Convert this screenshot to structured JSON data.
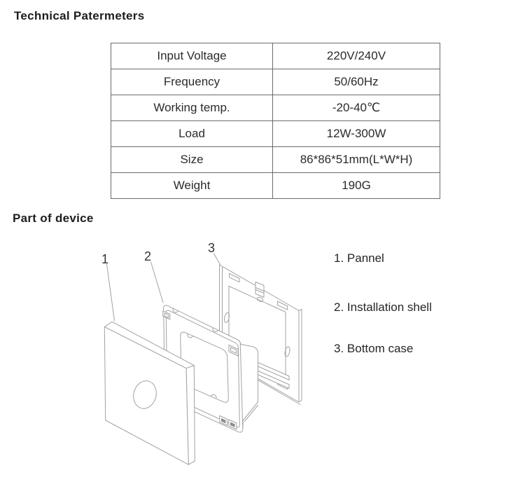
{
  "page": {
    "heading1": "Technical Patermeters",
    "heading2": "Part of device"
  },
  "spec_table": {
    "rows": [
      {
        "label": "Input Voltage",
        "value": "220V/240V"
      },
      {
        "label": "Frequency",
        "value": "50/60Hz"
      },
      {
        "label": "Working temp.",
        "value": "-20-40℃"
      },
      {
        "label": "Load",
        "value": "12W-300W"
      },
      {
        "label": "Size",
        "value": "86*86*51mm(L*W*H)"
      },
      {
        "label": "Weight",
        "value": "190G"
      }
    ]
  },
  "diagram": {
    "stroke_color": "#a2a2a2",
    "callouts": [
      {
        "number": "1",
        "label": "1. Pannel"
      },
      {
        "number": "2",
        "label": "2. Installation shell"
      },
      {
        "number": "3",
        "label": "3. Bottom case"
      }
    ]
  }
}
